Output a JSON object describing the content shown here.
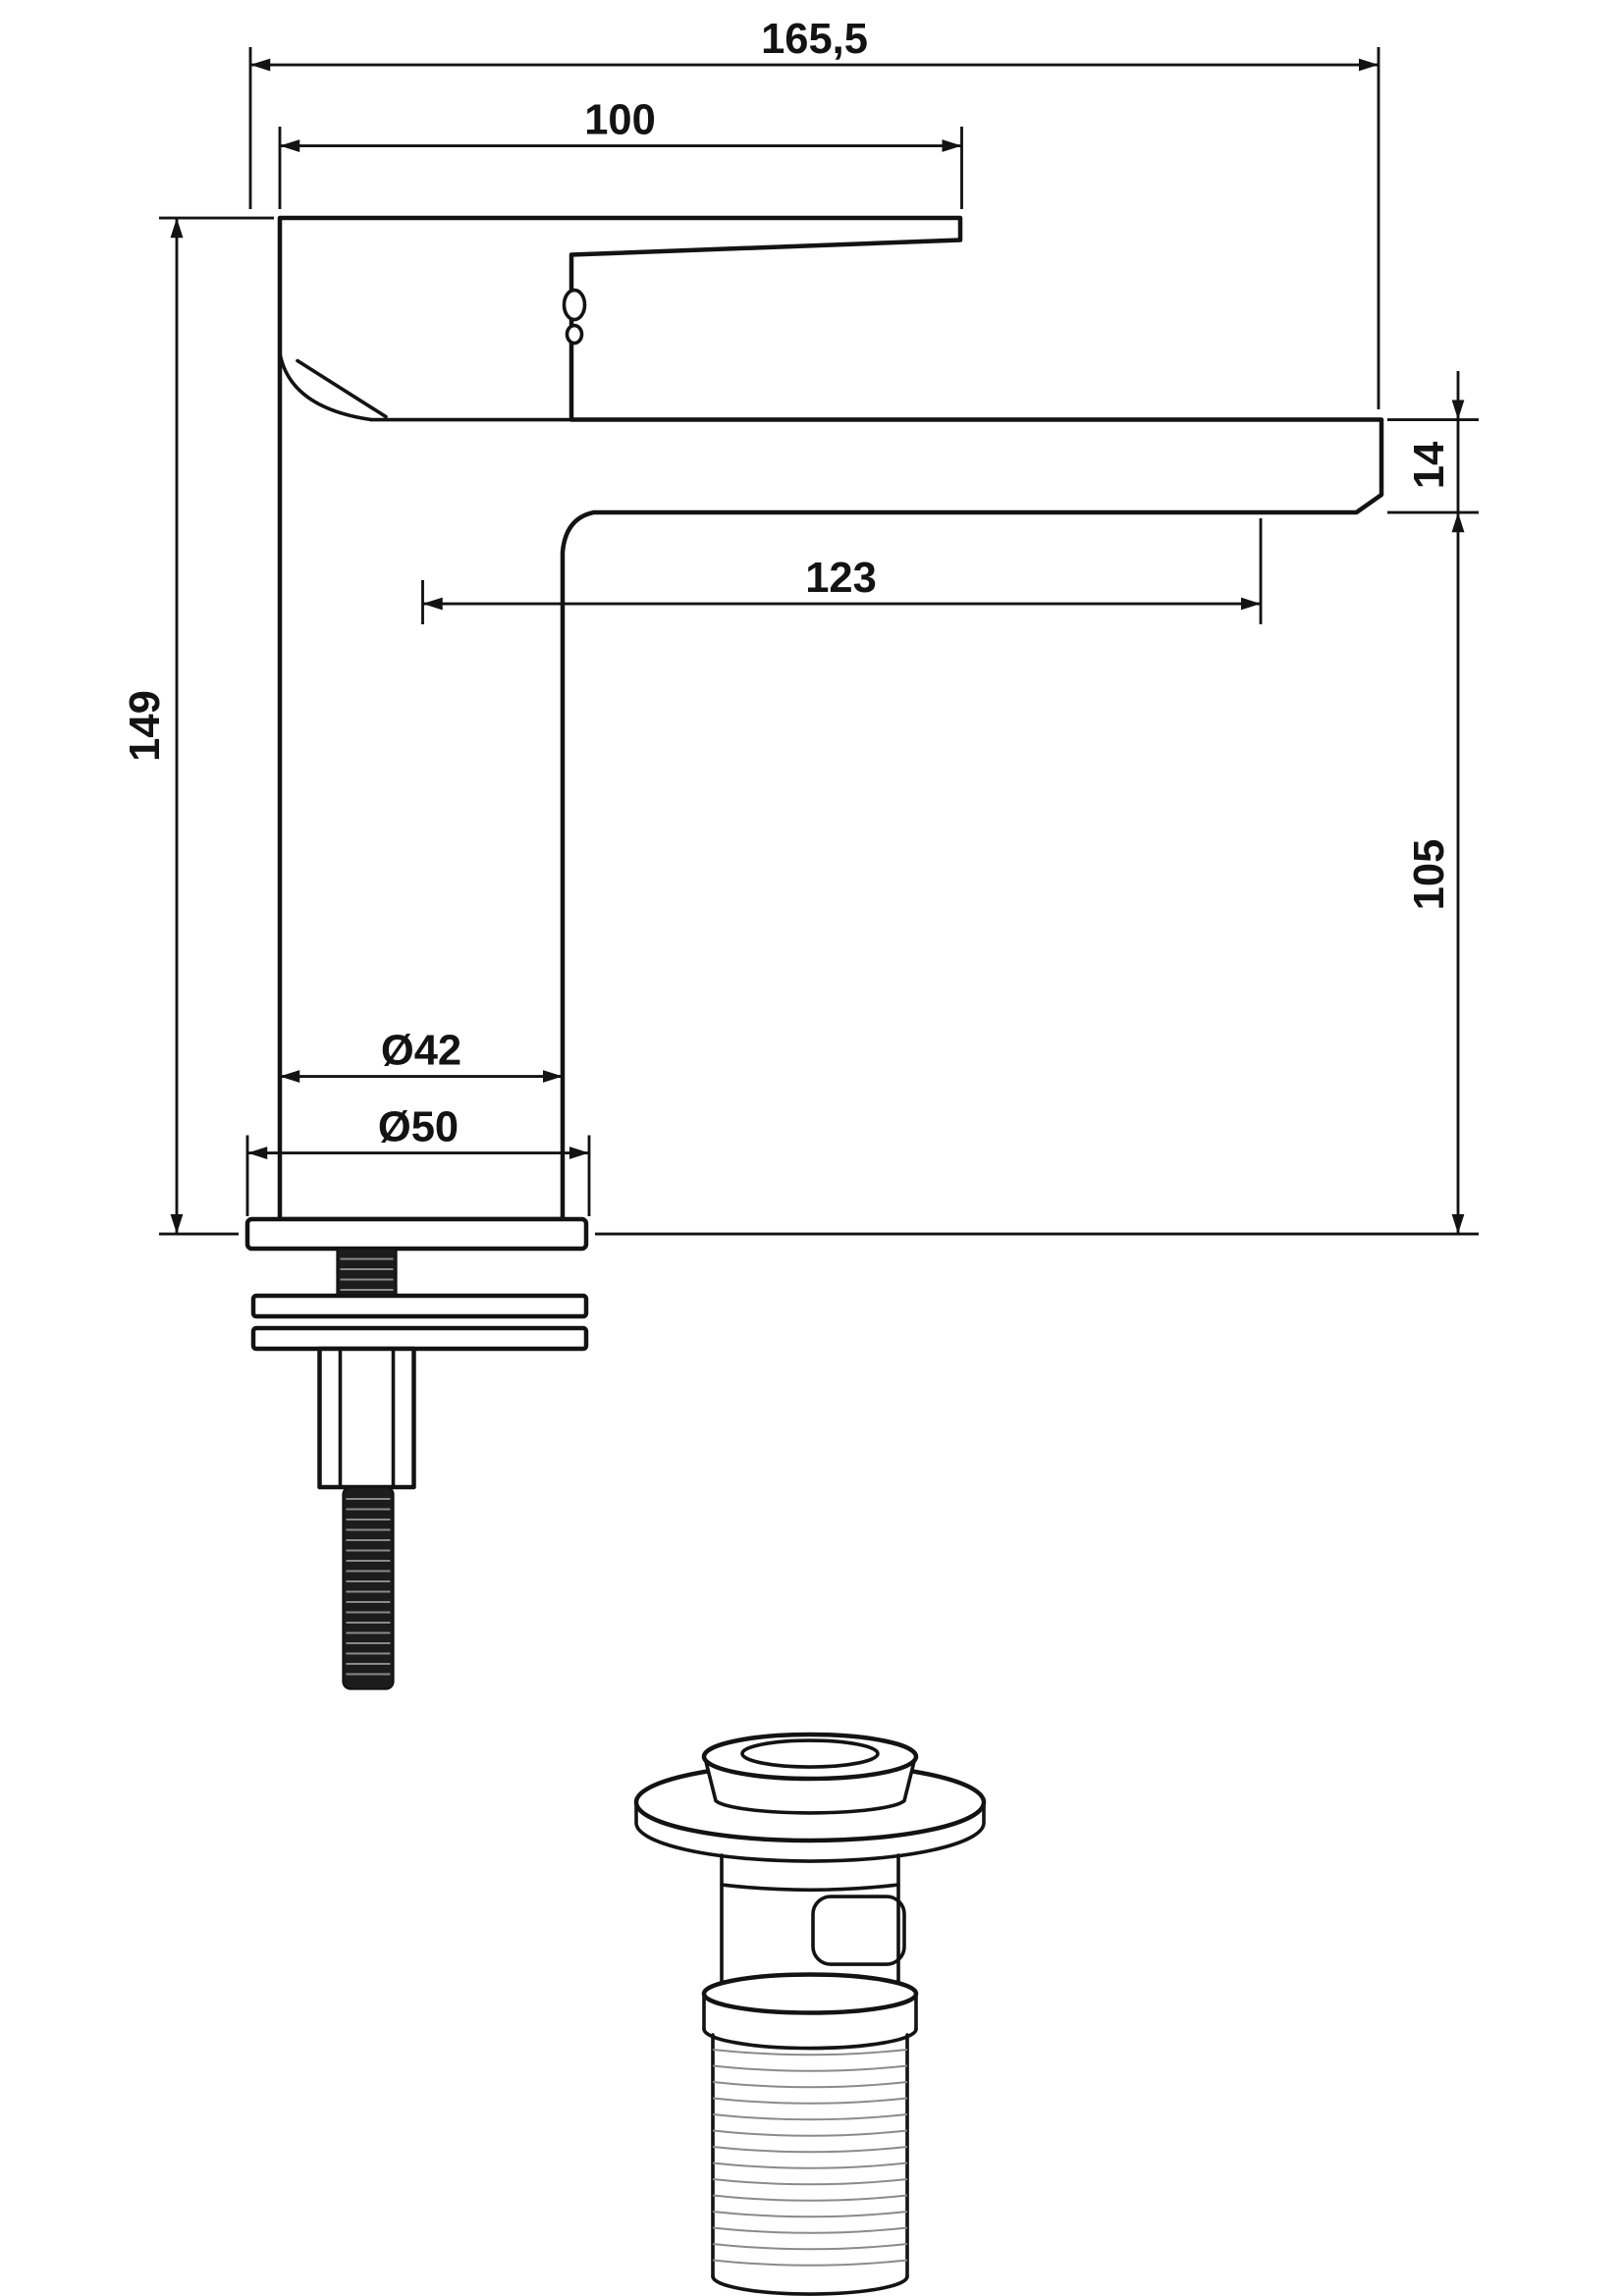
{
  "drawing": {
    "background": "#ffffff",
    "line_color": "#131313",
    "dims": {
      "overall_width": "165,5",
      "handle_length": "100",
      "spout_thickness": "14",
      "spout_reach": "123",
      "total_height": "149",
      "spout_height": "105",
      "body_diameter": "Ø42",
      "base_diameter": "Ø50"
    }
  }
}
